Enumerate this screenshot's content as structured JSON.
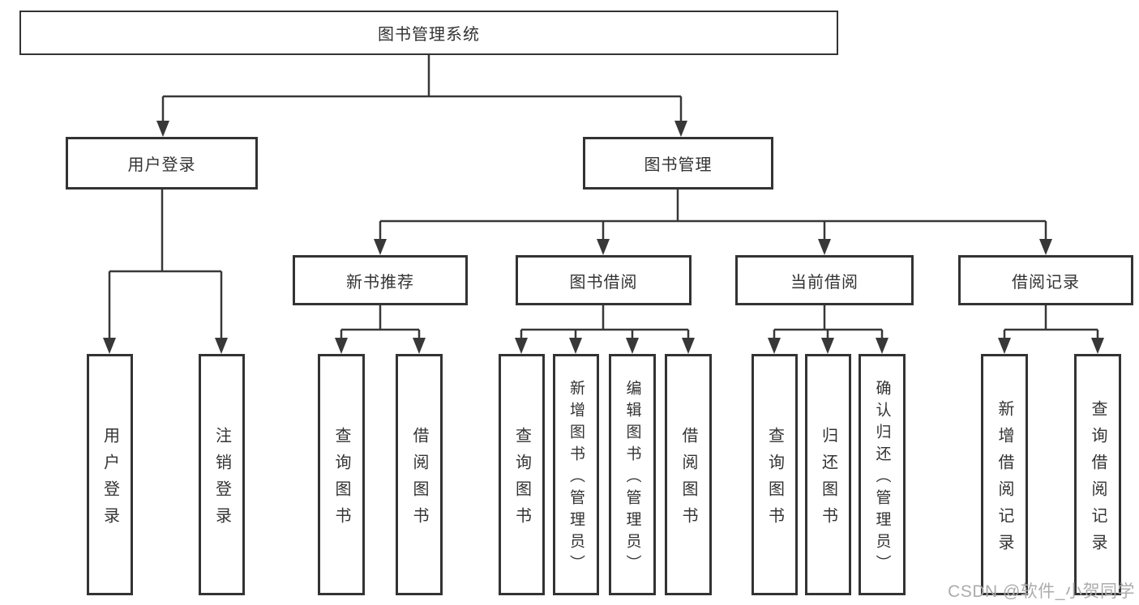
{
  "tree": {
    "root": {
      "label": "图书管理系统"
    },
    "branches": [
      {
        "label": "用户登录",
        "children": [
          {
            "label": "用户登录"
          },
          {
            "label": "注销登录"
          }
        ]
      },
      {
        "label": "图书管理",
        "sections": [
          {
            "label": "新书推荐",
            "children": [
              {
                "label": "查询图书"
              },
              {
                "label": "借阅图书"
              }
            ]
          },
          {
            "label": "图书借阅",
            "children": [
              {
                "label": "查询图书"
              },
              {
                "label": "新增图书（管理员）"
              },
              {
                "label": "编辑图书（管理员）"
              },
              {
                "label": "借阅图书"
              }
            ]
          },
          {
            "label": "当前借阅",
            "children": [
              {
                "label": "查询图书"
              },
              {
                "label": "归还图书"
              },
              {
                "label": "确认归还（管理员）"
              }
            ]
          },
          {
            "label": "借阅记录",
            "children": [
              {
                "label": "新增借阅记录"
              },
              {
                "label": "查询借阅记录"
              }
            ]
          }
        ]
      }
    ]
  },
  "watermark": {
    "text": "CSDN @软件_小贺同学"
  },
  "colors": {
    "background": "#ffffff",
    "box_fill": "#ffffff",
    "box_border": "#333333",
    "connector_line": "#383838",
    "text": "#333333",
    "watermark_text": "#acacac"
  }
}
